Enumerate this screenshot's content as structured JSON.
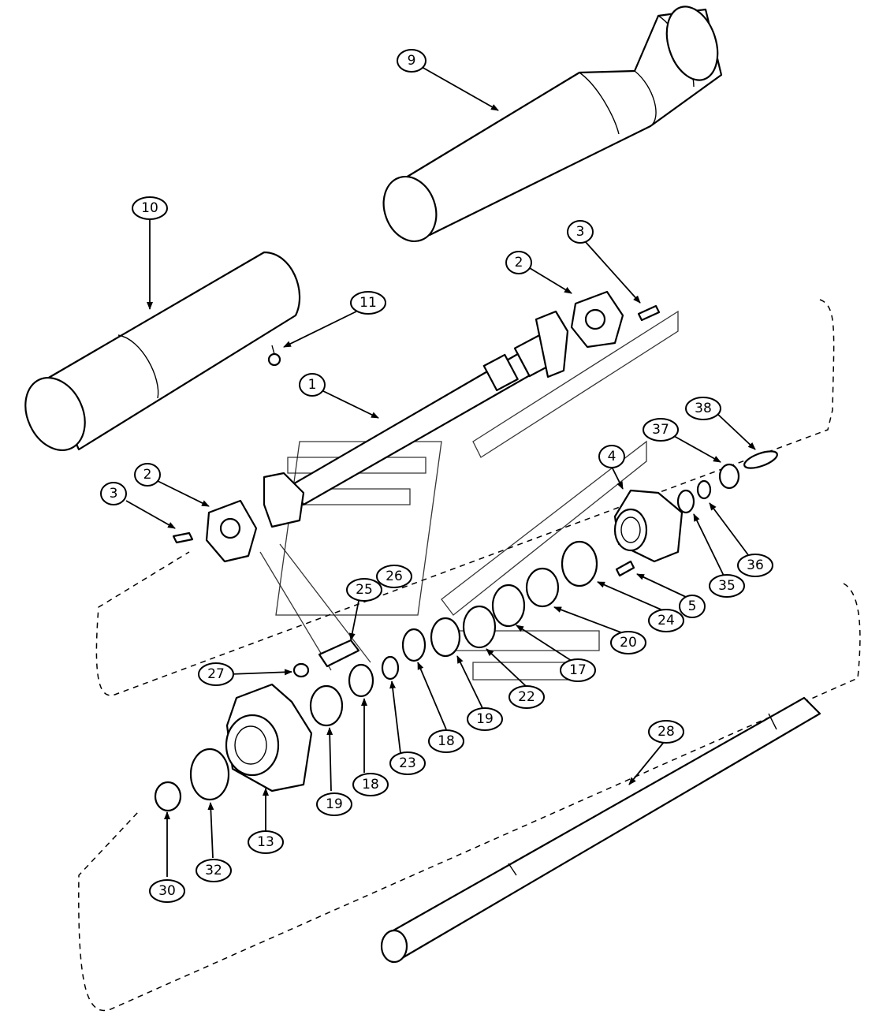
{
  "diagram": {
    "callouts": [
      "1",
      "2",
      "2",
      "3",
      "3",
      "4",
      "5",
      "9",
      "10",
      "11",
      "13",
      "17",
      "18",
      "18",
      "19",
      "19",
      "20",
      "22",
      "23",
      "24",
      "25",
      "26",
      "27",
      "28",
      "30",
      "32",
      "35",
      "36",
      "37",
      "38"
    ]
  }
}
